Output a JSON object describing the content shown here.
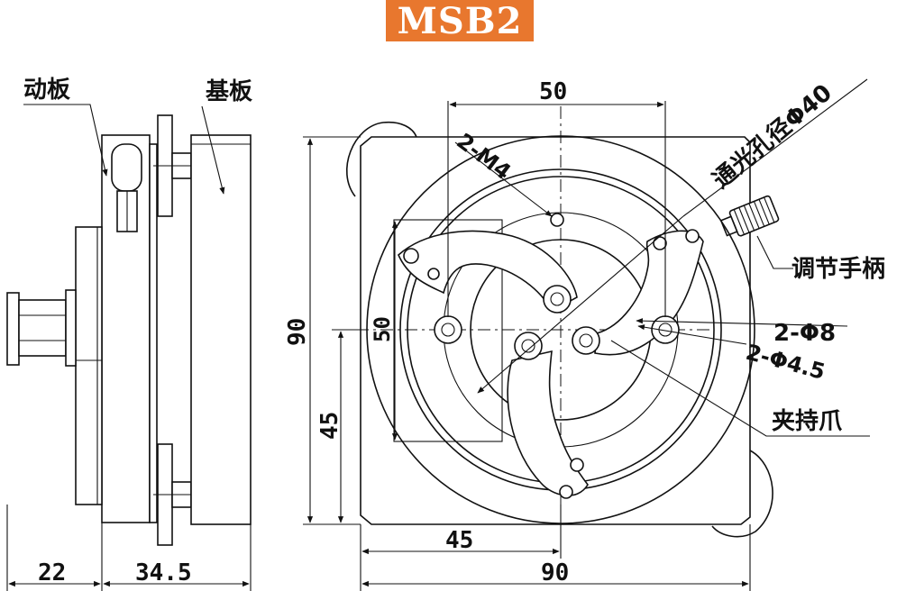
{
  "title": "MSB2",
  "colors": {
    "title_bg": "#e8772e",
    "title_text": "#ffffff",
    "line": "#111111"
  },
  "labels": {
    "moving_plate": "动板",
    "base_plate": "基板",
    "aperture": "通光孔径Φ40",
    "adjust_handle": "调节手柄",
    "clamp_jaw": "夹持爪",
    "hole_m4": "2-M4",
    "hole_phi8": "2-Φ8",
    "hole_phi45": "2-Φ4.5"
  },
  "dimensions": {
    "top_width": "50",
    "inner_height": "50",
    "total_height": "90",
    "half_height": "45",
    "half_width": "45",
    "total_width": "90",
    "side_left": "22",
    "side_right": "34.5"
  }
}
